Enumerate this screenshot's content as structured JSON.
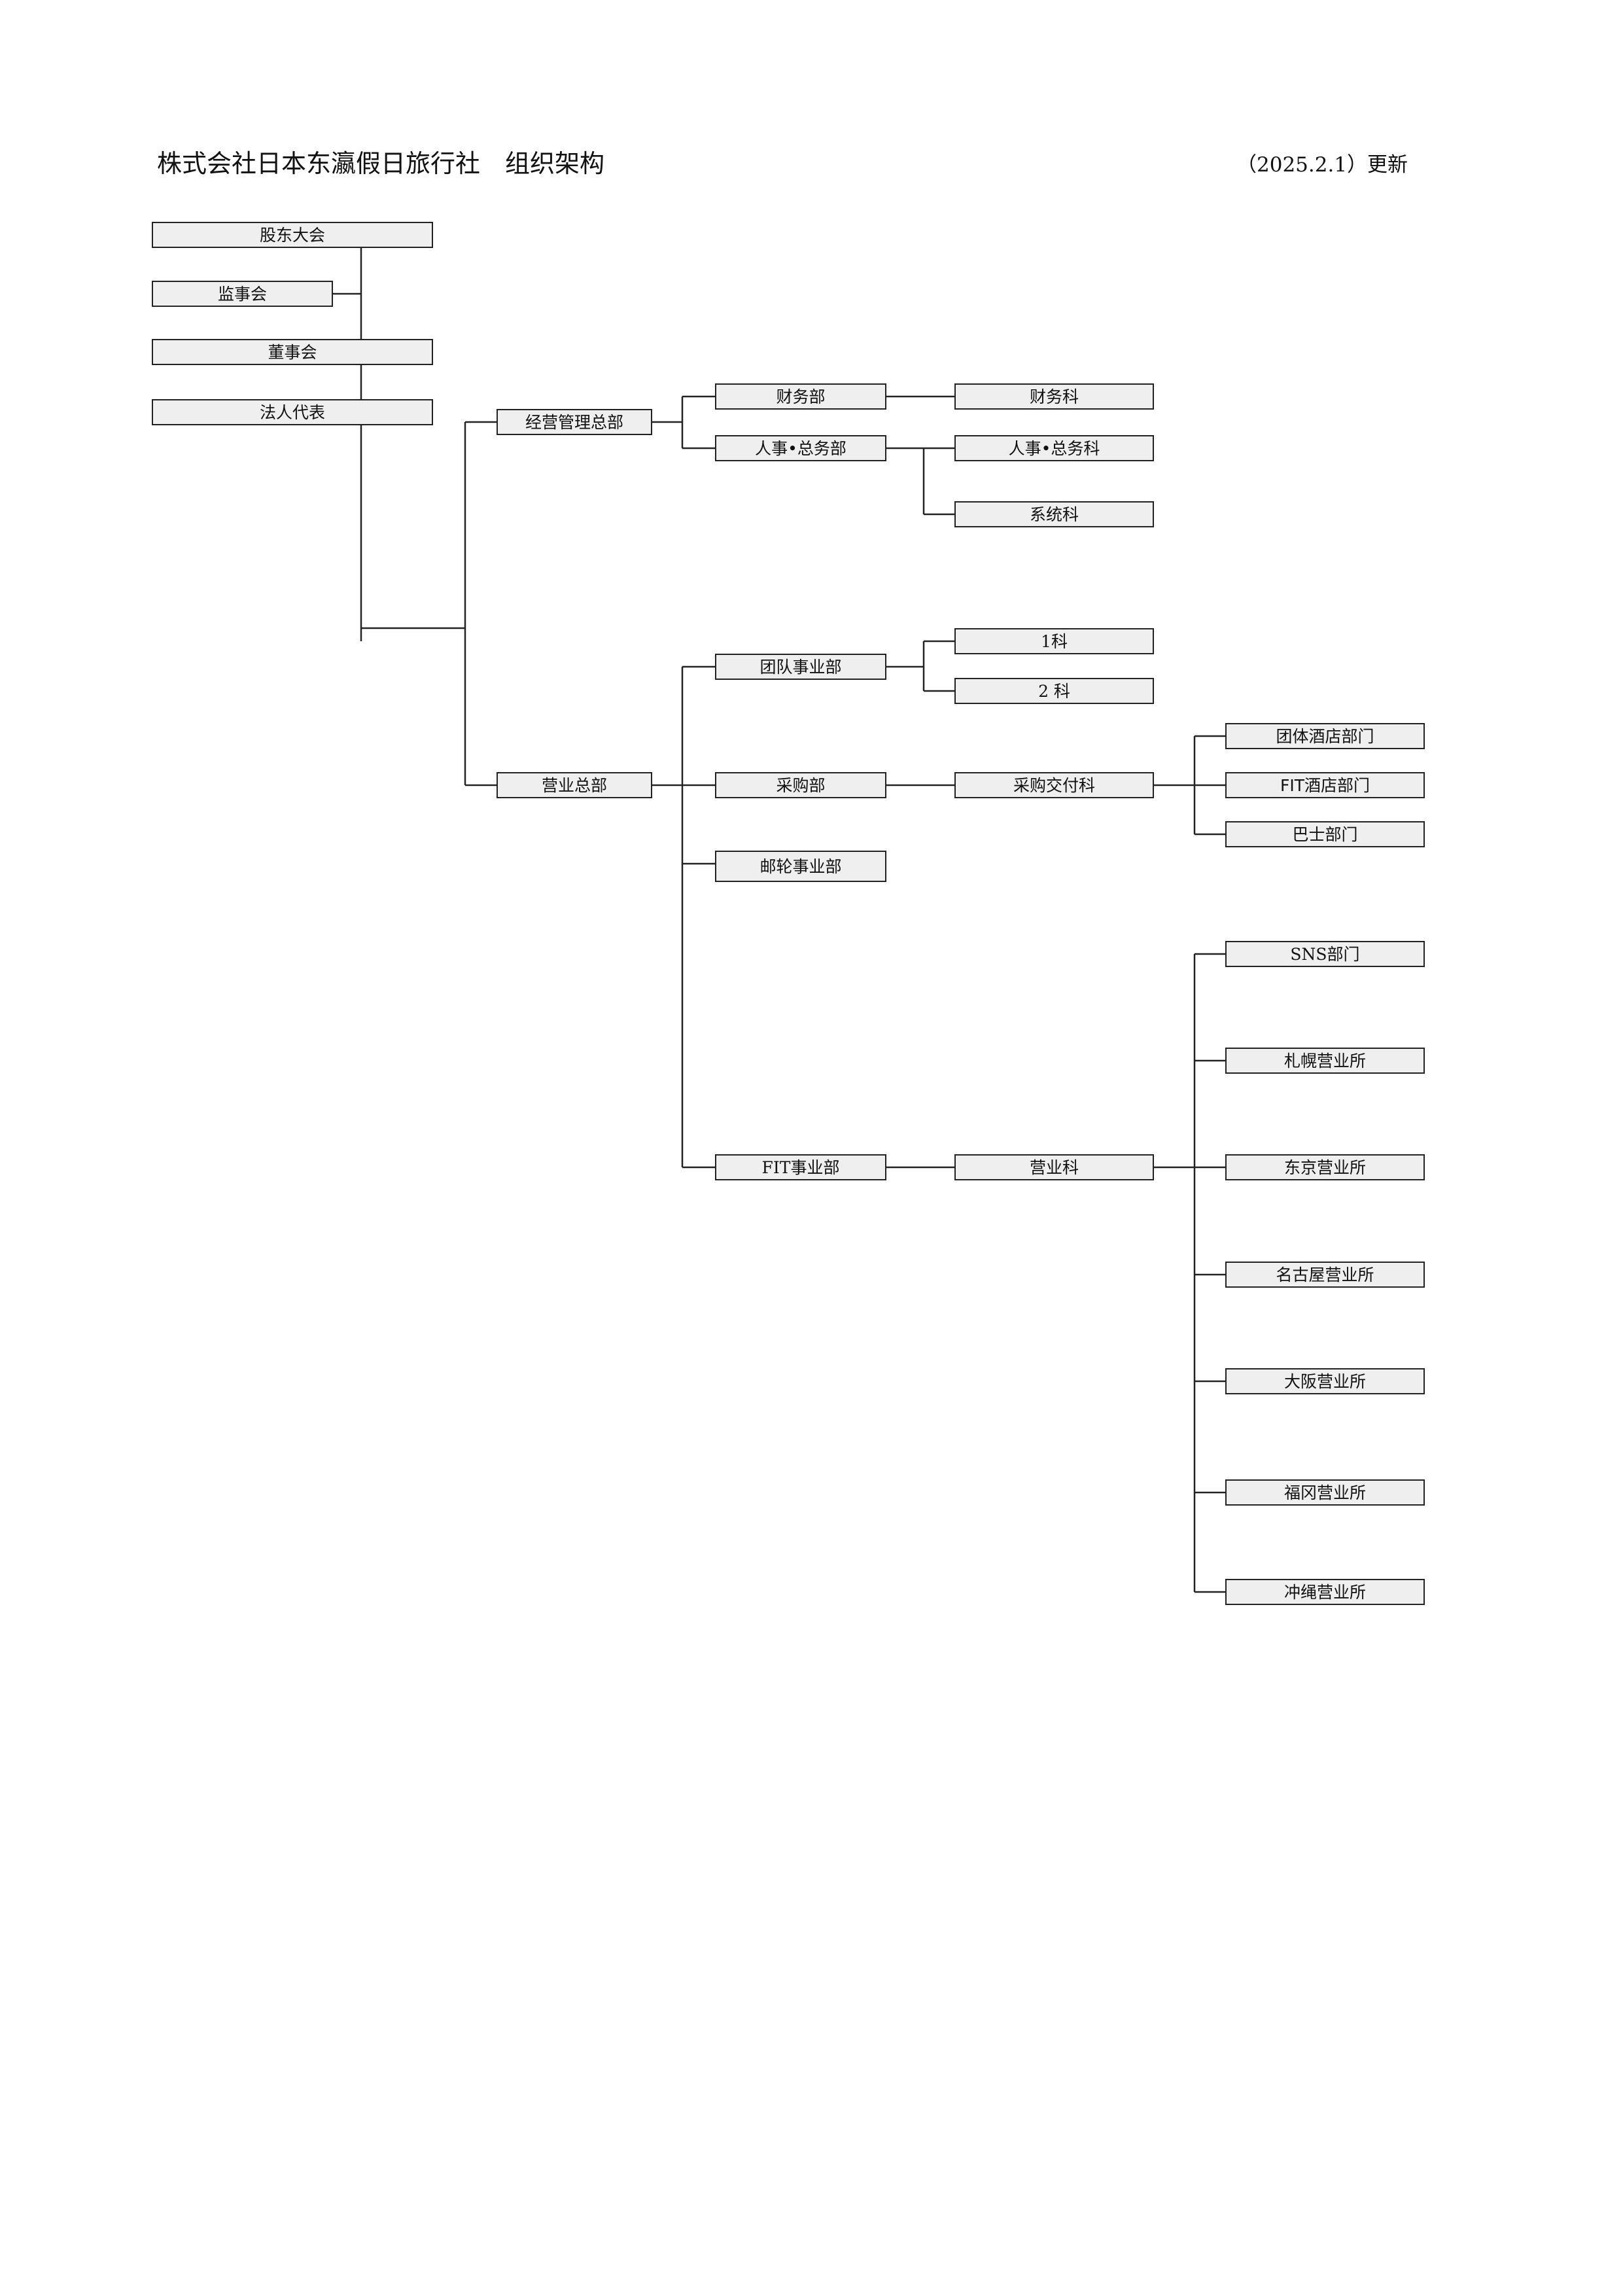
{
  "title": "株式会社日本东瀛假日旅行社　组织架构",
  "updated": "（2025.2.1）更新",
  "nodes": {
    "shareholders_meeting": "股东大会",
    "supervisory_board": "监事会",
    "board_of_directors": "董事会",
    "legal_representative": "法人代表",
    "management_hq": "经营管理总部",
    "finance_dept": "财务部",
    "finance_section": "财务科",
    "hr_admin_dept": "人事•总务部",
    "hr_admin_section": "人事•总务科",
    "systems_section": "系统科",
    "sales_hq": "营业总部",
    "group_business_dept": "团队事业部",
    "section_1": "1科",
    "section_2": "2 科",
    "purchasing_dept": "采购部",
    "purchasing_delivery_section": "采购交付科",
    "group_hotel_division": "团体酒店部门",
    "fit_hotel_division": "FIT酒店部门",
    "bus_division": "巴士部门",
    "cruise_business_dept": "邮轮事业部",
    "fit_business_dept": "FIT事业部",
    "sales_section": "营业科",
    "sns_division": "SNS部门",
    "sapporo_office": "札幌营业所",
    "tokyo_office": "东京营业所",
    "nagoya_office": "名古屋营业所",
    "osaka_office": "大阪营业所",
    "fukuoka_office": "福冈营业所",
    "okinawa_office": "冲绳营业所"
  }
}
